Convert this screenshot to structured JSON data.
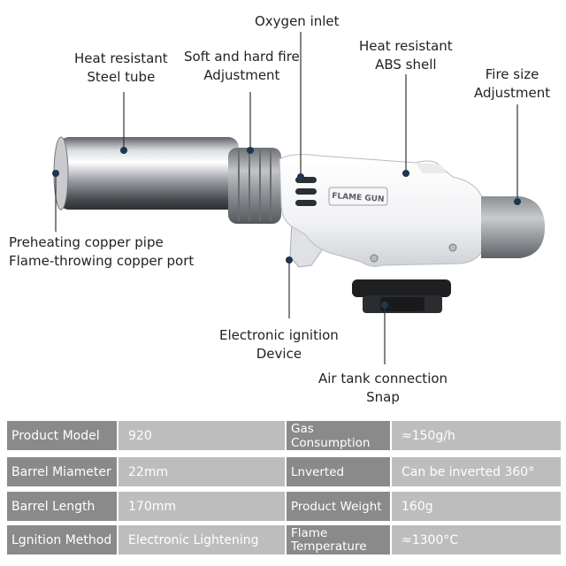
{
  "callouts": {
    "oxygen_inlet": "Oxygen inlet",
    "heat_tube_1": "Heat resistant",
    "heat_tube_2": "Steel tube",
    "fire_adjust_1": "Soft and hard fire",
    "fire_adjust_2": "Adjustment",
    "abs_1": "Heat resistant",
    "abs_2": "ABS shell",
    "fire_size_1": "Fire size",
    "fire_size_2": "Adjustment",
    "copper_1": "Preheating copper pipe",
    "copper_2": "Flame-throwing copper port",
    "ignition_1": "Electronic ignition",
    "ignition_2": "Device",
    "snap_1": "Air tank connection",
    "snap_2": "Snap"
  },
  "product_label": "FLAME GUN",
  "colors": {
    "key_cell": "#8a8a8a",
    "value_cell": "#bdbdbd",
    "leader_dot": "#1f3550"
  },
  "specs": [
    {
      "k1": "Product Model",
      "v1": "920",
      "k2": "Gas Consumption",
      "v2": "≈150g/h"
    },
    {
      "k1": "Barrel Miameter",
      "v1": "22mm",
      "k2": "Lnverted",
      "v2": "Can be inverted 360°"
    },
    {
      "k1": "Barrel Length",
      "v1": "170mm",
      "k2": "Product Weight",
      "v2": "160g"
    },
    {
      "k1": "Lgnition Method",
      "v1": "Electronic Lightening",
      "k2a": "Flame",
      "k2b": "Temperature",
      "v2": "≈1300°C"
    }
  ]
}
